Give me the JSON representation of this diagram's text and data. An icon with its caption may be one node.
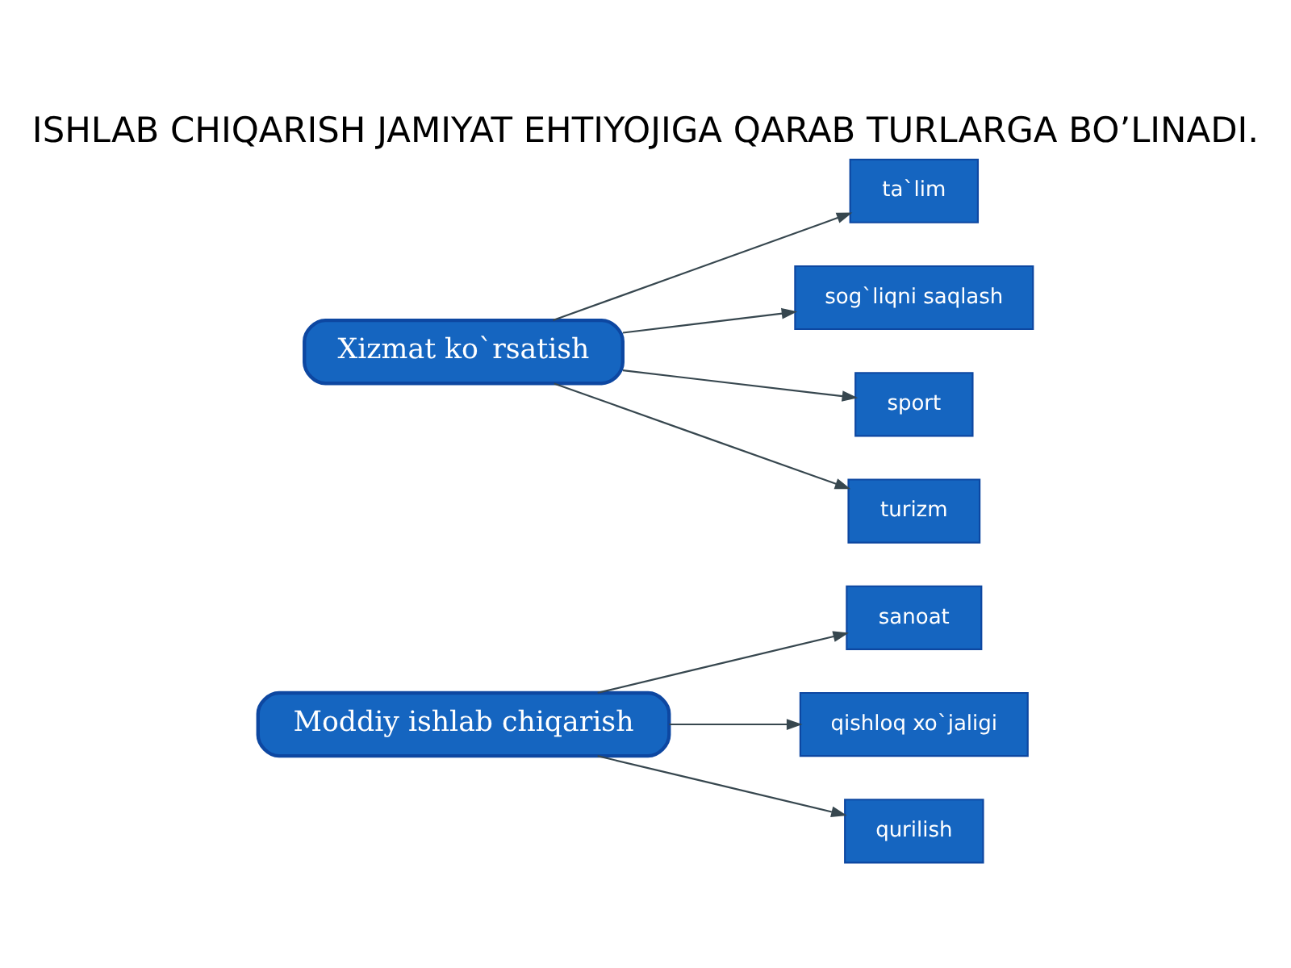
{
  "diagram": {
    "title": "ISHLAB CHIQARISH JAMIYAT EHTIYOJIGA QARAB TURLARGA BO’LINADI.",
    "nodes": [
      {
        "text": [
          "Moddiy ishlab chiqarish"
        ]
      },
      {
        "text": [
          "sanoat"
        ]
      },
      {
        "text": [
          "qishloq xo`jaligi"
        ]
      },
      {
        "text": [
          "qurilish"
        ]
      },
      {
        "text": [
          "ta`lim"
        ]
      },
      {
        "text": [
          "sog`liqni saqlash"
        ]
      },
      {
        "text": [
          "sport"
        ]
      },
      {
        "text": [
          "turizm"
        ]
      },
      {
        "text": [
          "Xizmat ko`rsatish"
        ]
      }
    ],
    "edges": [
      {
        "from": 0,
        "to": 1,
        "arrow": "to"
      },
      {
        "from": 0,
        "to": 2,
        "arrow": "to"
      },
      {
        "from": 0,
        "to": 3,
        "arrow": "to"
      },
      {
        "from": 8,
        "to": 4,
        "arrow": "to"
      },
      {
        "from": 8,
        "to": 5,
        "arrow": "to"
      },
      {
        "from": 8,
        "to": 6,
        "arrow": "to"
      },
      {
        "from": 8,
        "to": 7,
        "arrow": "to"
      }
    ]
  }
}
